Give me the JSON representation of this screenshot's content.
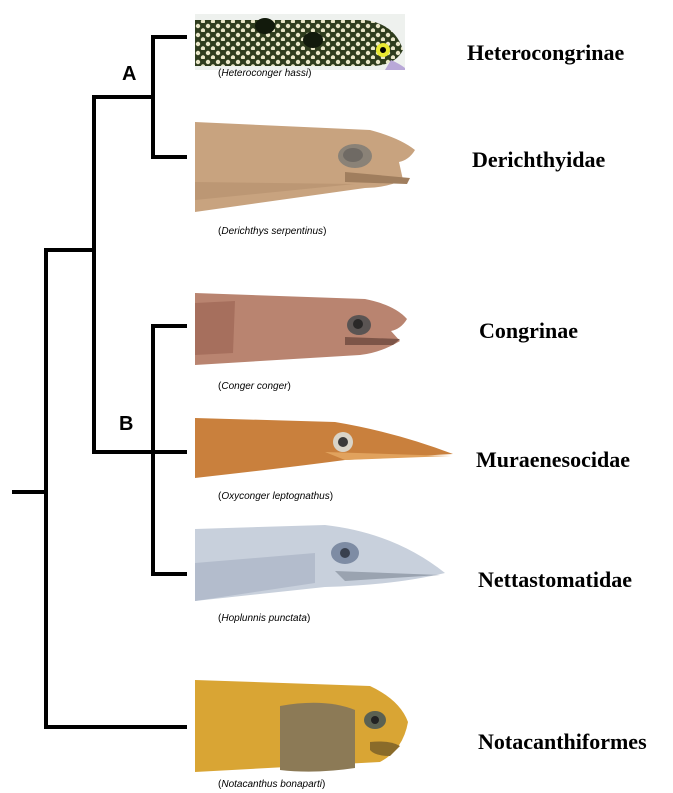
{
  "node_labels": {
    "a": "A",
    "b": "B"
  },
  "taxa": [
    {
      "family": "Heterocongrinae",
      "species": "Heteroconger hassi",
      "colors": {
        "body": "#2f3d1e",
        "spot": "#e9e6c8"
      }
    },
    {
      "family": "Derichthyidae",
      "species": "Derichthys serpentinus",
      "colors": {
        "body": "#c8a37f"
      }
    },
    {
      "family": "Congrinae",
      "species": "Conger conger",
      "colors": {
        "body": "#b98470"
      }
    },
    {
      "family": "Muraenesocidae",
      "species": "Oxyconger leptognathus",
      "colors": {
        "body": "#c9803d"
      }
    },
    {
      "family": "Nettastomatidae",
      "species": "Hoplunnis punctata",
      "colors": {
        "body": "#c8d0dc"
      }
    },
    {
      "family": "Notacanthiformes",
      "species": "Notacanthus bonaparti",
      "colors": {
        "body": "#d9a534"
      }
    }
  ]
}
